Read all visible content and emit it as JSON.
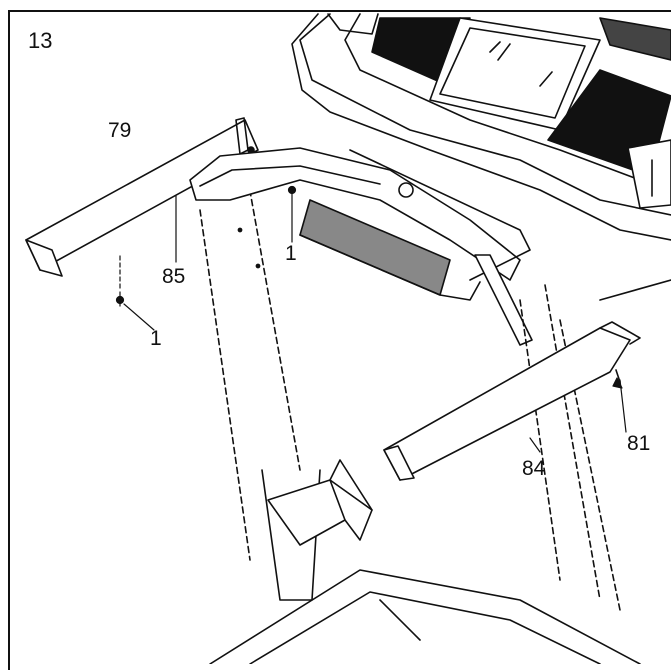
{
  "step_number": "13",
  "callouts": {
    "c79": "79",
    "c85": "85",
    "c1a": "1",
    "c1b": "1",
    "c84": "84",
    "c81": "81"
  }
}
